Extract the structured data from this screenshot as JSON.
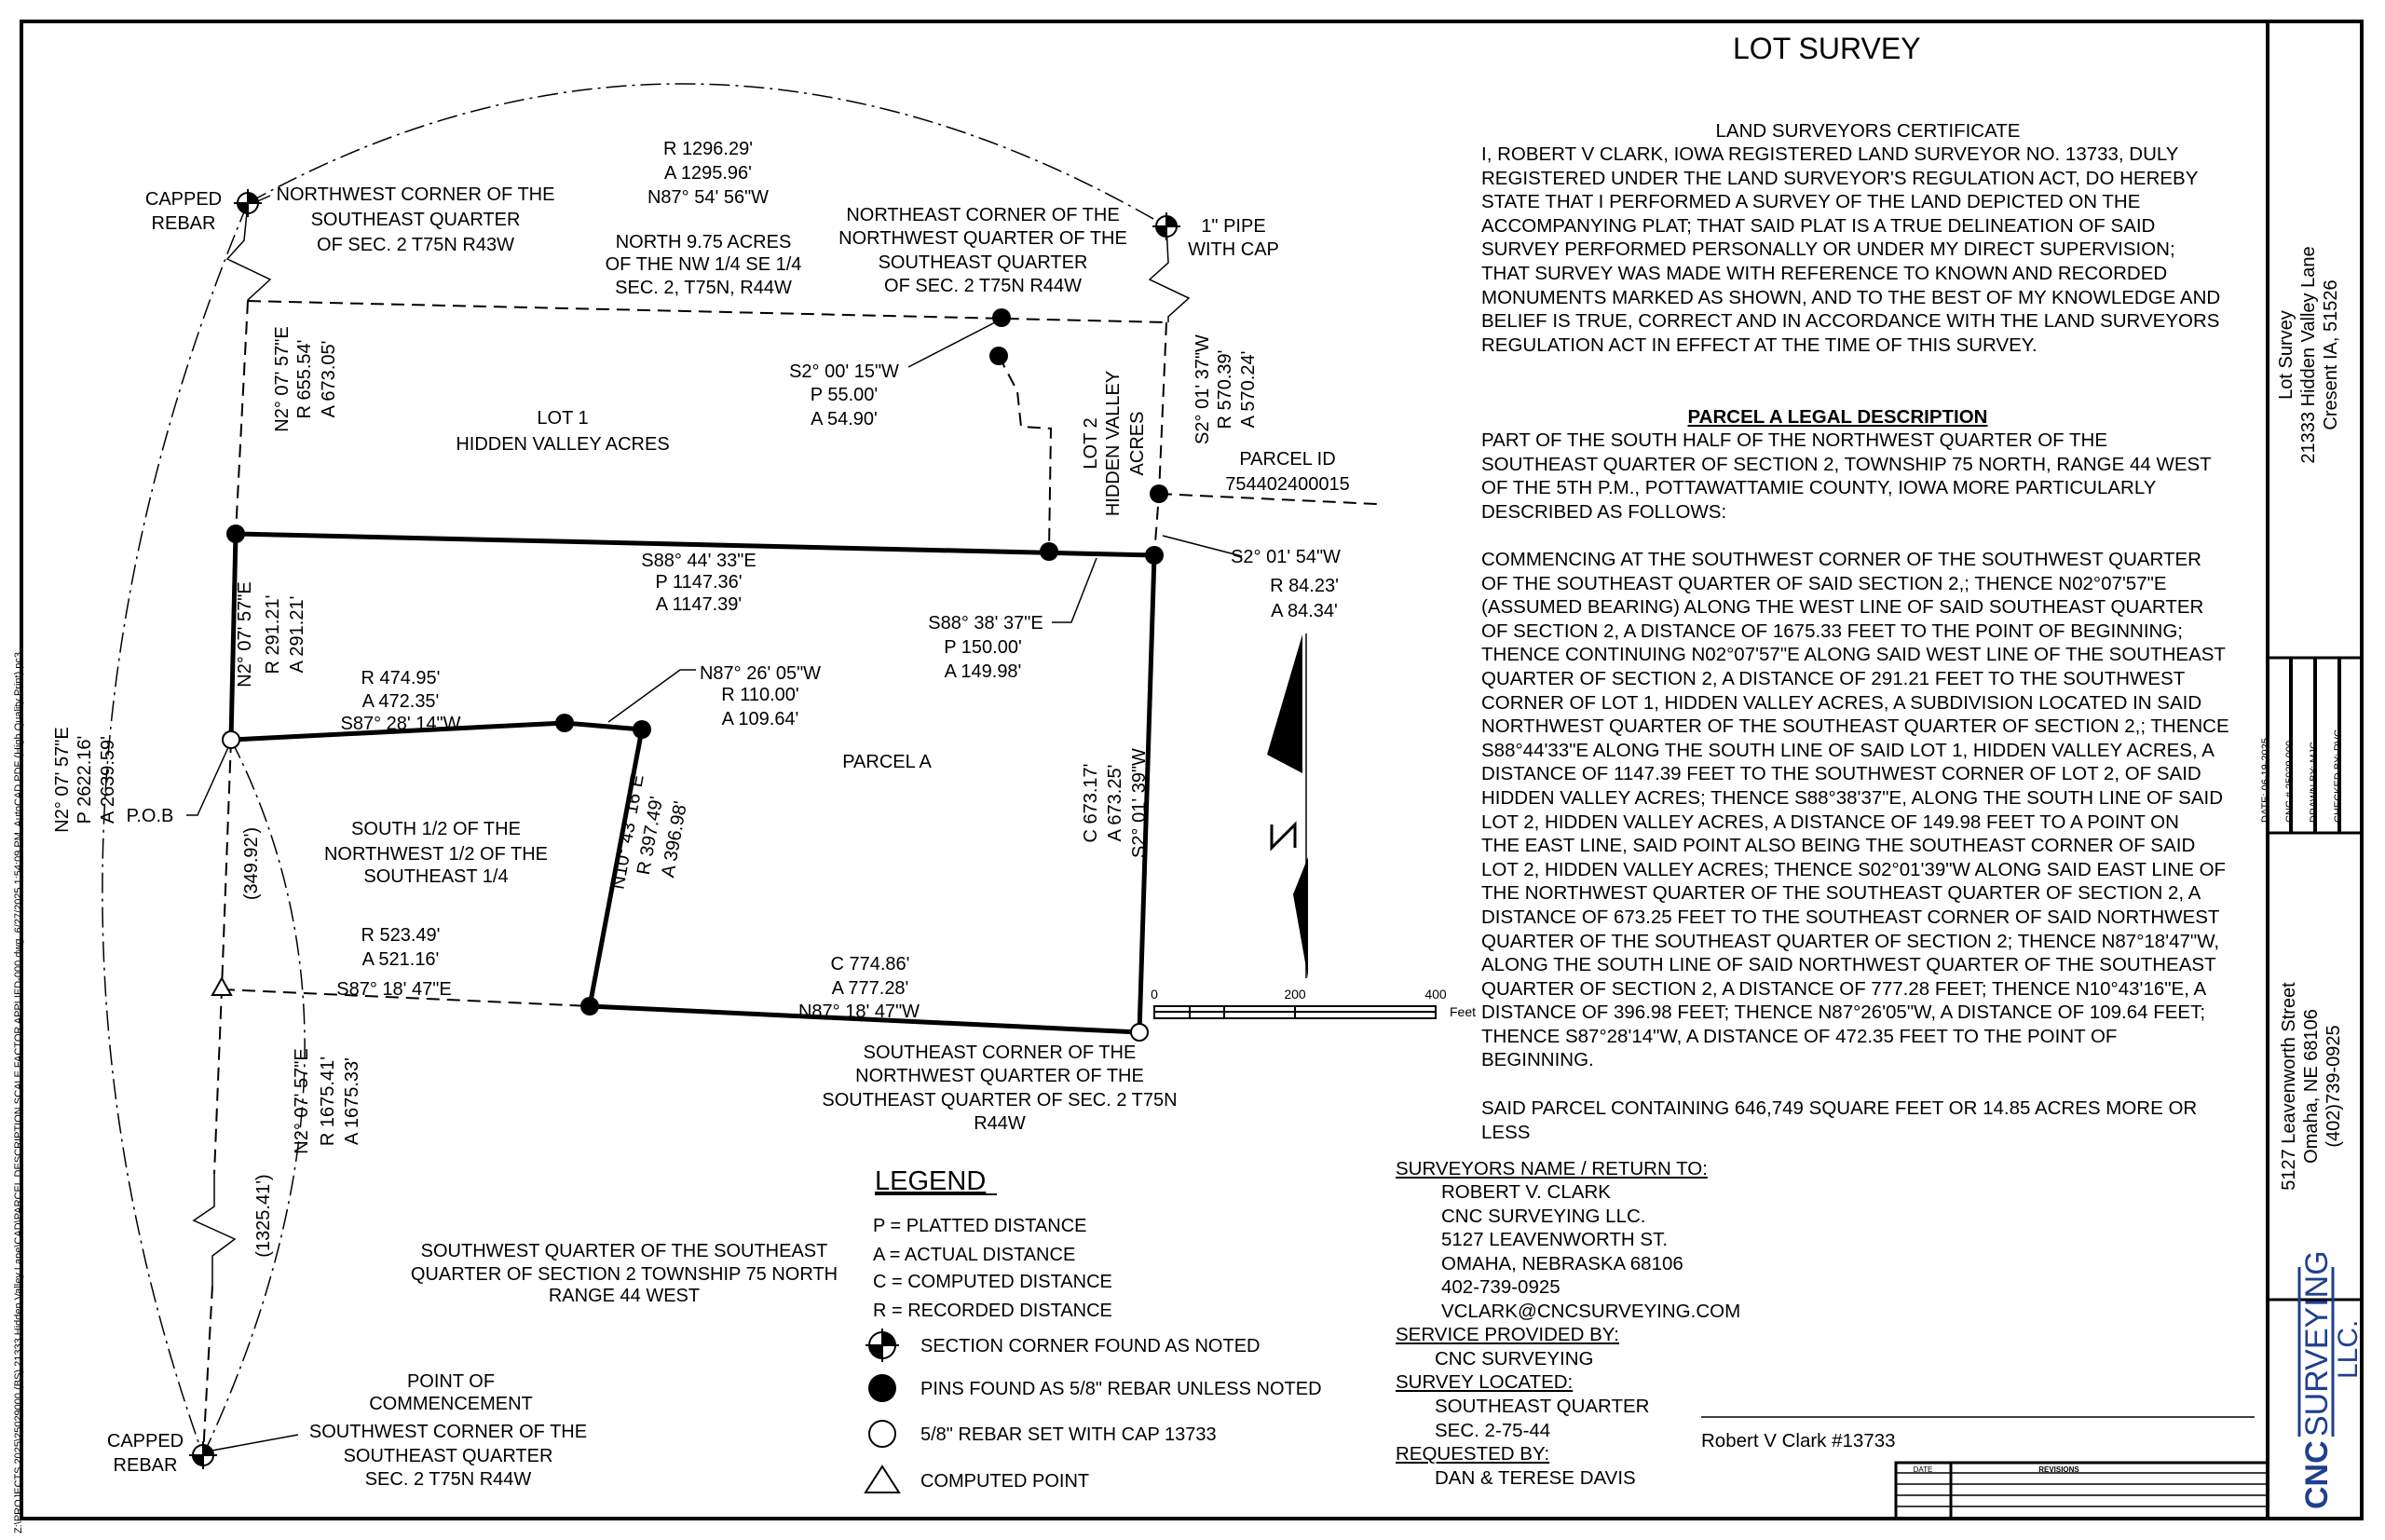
{
  "margin_note": "Z:\\PROJECTS 2025\\25029000 (BS) 21333 Hidden Valley Lane\\CAD\\PARCEL DESCRIPTION SCALE FACTOR APPLIED-000.dwg, 6/27/2025 1:54:09 PM, AutoCAD PDF (High Quality Print).pc3",
  "sheet_title": "LOT SURVEY",
  "certificate": {
    "heading": "LAND SURVEYORS CERTIFICATE",
    "body": "I, ROBERT V CLARK, IOWA REGISTERED LAND SURVEYOR NO. 13733, DULY\nREGISTERED UNDER THE LAND SURVEYOR'S REGULATION ACT, DO HEREBY\nSTATE THAT I PERFORMED A SURVEY OF THE LAND DEPICTED ON THE\nACCOMPANYING PLAT; THAT SAID PLAT IS A TRUE DELINEATION OF SAID\nSURVEY PERFORMED PERSONALLY OR UNDER MY DIRECT SUPERVISION;\nTHAT SURVEY WAS MADE WITH REFERENCE TO KNOWN AND RECORDED\nMONUMENTS MARKED AS SHOWN, AND TO THE BEST OF MY KNOWLEDGE AND\nBELIEF IS TRUE, CORRECT AND IN ACCORDANCE WITH THE LAND SURVEYORS\nREGULATION ACT IN EFFECT AT THE TIME OF THIS SURVEY."
  },
  "legal": {
    "heading": "PARCEL A LEGAL DESCRIPTION",
    "intro": "PART OF THE SOUTH HALF OF THE NORTHWEST QUARTER OF THE\nSOUTHEAST QUARTER OF SECTION 2, TOWNSHIP 75 NORTH, RANGE 44 WEST\nOF THE 5TH P.M., POTTAWATTAMIE COUNTY, IOWA MORE PARTICULARLY\nDESCRIBED AS FOLLOWS:",
    "body": "COMMENCING AT THE SOUTHWEST CORNER OF THE SOUTHWEST QUARTER\nOF THE SOUTHEAST QUARTER OF SAID SECTION 2,; THENCE N02°07'57\"E\n(ASSUMED BEARING) ALONG THE WEST LINE OF SAID SOUTHEAST QUARTER\nOF SECTION 2, A DISTANCE OF 1675.33 FEET TO THE POINT OF BEGINNING;\nTHENCE CONTINUING N02°07'57\"E ALONG SAID WEST LINE OF THE SOUTHEAST\nQUARTER OF SECTION 2, A DISTANCE OF 291.21 FEET TO THE SOUTHWEST\nCORNER OF LOT 1, HIDDEN VALLEY ACRES, A SUBDIVISION LOCATED IN SAID\nNORTHWEST QUARTER OF THE SOUTHEAST QUARTER OF SECTION 2,; THENCE\nS88°44'33\"E ALONG THE SOUTH LINE OF SAID LOT 1, HIDDEN VALLEY ACRES, A\nDISTANCE OF 1147.39 FEET TO THE SOUTHWEST CORNER OF LOT 2, OF SAID\nHIDDEN VALLEY ACRES; THENCE S88°38'37\"E, ALONG THE SOUTH LINE OF SAID\nLOT 2, HIDDEN VALLEY ACRES, A DISTANCE OF 149.98 FEET TO A POINT ON\nTHE EAST LINE, SAID POINT ALSO BEING THE SOUTHEAST CORNER OF SAID\nLOT 2, HIDDEN VALLEY ACRES; THENCE S02°01'39\"W ALONG SAID EAST LINE OF\nTHE  NORTHWEST QUARTER OF THE SOUTHEAST QUARTER OF SECTION 2, A\nDISTANCE OF 673.25 FEET TO THE SOUTHEAST CORNER OF SAID NORTHWEST\nQUARTER OF THE SOUTHEAST QUARTER OF SECTION 2; THENCE N87°18'47\"W,\nALONG THE SOUTH LINE OF SAID NORTHWEST QUARTER OF THE SOUTHEAST\nQUARTER OF SECTION 2, A DISTANCE OF 777.28 FEET; THENCE N10°43'16\"E, A\nDISTANCE OF 396.98 FEET; THENCE N87°26'05\"W, A DISTANCE OF 109.64 FEET;\nTHENCE S87°28'14\"W, A DISTANCE OF 472.35 FEET TO THE POINT OF\nBEGINNING.",
    "area": "SAID PARCEL CONTAINING 646,749 SQUARE FEET OR 14.85 ACRES MORE OR\nLESS"
  },
  "info": {
    "surveyor_heading": "SURVEYORS NAME / RETURN TO:",
    "surveyor_lines": "ROBERT V. CLARK\nCNC SURVEYING LLC.\n5127 LEAVENWORTH ST.\nOMAHA, NEBRASKA 68106\n402-739-0925\nVCLARK@CNCSURVEYING.COM",
    "provided_heading": "SERVICE PROVIDED BY:",
    "provided": "CNC SURVEYING",
    "located_heading": "SURVEY LOCATED:",
    "located": "SOUTHEAST QUARTER\nSEC. 2-75-44",
    "requested_heading": "REQUESTED BY:",
    "requested": "DAN & TERESE DAVIS"
  },
  "signature": "Robert V Clark #13733",
  "revisions": {
    "date_header": "DATE",
    "revisions_header": "REVISIONS"
  },
  "title_block": {
    "project_lines": [
      "Lot Survey",
      "21333 Hidden Valley Lane",
      "Cresent IA, 51526"
    ],
    "date": "DATE: 06-19-2025",
    "job": "CNC # 25029.000",
    "drawn": "DRAWN BY: MJC",
    "checked": "CHECKED BY: RVC",
    "address_lines": [
      "5127 Leavenworth Street",
      "Omaha, NE 68106",
      "(402)739-0925"
    ],
    "logo_text": "CNC SURVEYING LLC.",
    "logo_color": "#1f3f8f"
  },
  "legend": {
    "title": "LEGEND",
    "abbreviations": [
      "P = PLATTED DISTANCE",
      "A = ACTUAL DISTANCE",
      "C = COMPUTED DISTANCE",
      "R = RECORDED DISTANCE"
    ],
    "symbols": [
      {
        "icon": "section-corner-icon",
        "label": "SECTION CORNER FOUND AS NOTED"
      },
      {
        "icon": "pin-found-icon",
        "label": "PINS FOUND AS 5/8\" REBAR UNLESS NOTED"
      },
      {
        "icon": "rebar-set-icon",
        "label": "5/8\" REBAR SET WITH CAP 13733"
      },
      {
        "icon": "computed-point-icon",
        "label": "COMPUTED POINT"
      }
    ]
  },
  "scale_bar": {
    "ticks": [
      "0",
      "200",
      "400"
    ],
    "unit": "Feet"
  },
  "plat": {
    "arc_top": [
      "R 1296.29'",
      "A 1295.96'",
      "N87° 54' 56\"W"
    ],
    "capped_rebar_nw": [
      "CAPPED",
      "REBAR"
    ],
    "nw_corner": [
      "NORTHWEST CORNER OF THE",
      "SOUTHEAST QUARTER",
      "OF SEC. 2 T75N R43W"
    ],
    "north_acres": [
      "NORTH 9.75 ACRES",
      "OF THE NW 1/4 SE 1/4",
      "SEC. 2, T75N, R44W"
    ],
    "ne_corner": [
      "NORTHEAST CORNER OF THE",
      "NORTHWEST QUARTER OF THE",
      "SOUTHEAST QUARTER",
      "OF SEC. 2 T75N R44W"
    ],
    "pipe": [
      "1\" PIPE",
      "WITH CAP"
    ],
    "lot1_west": [
      "N2° 07' 57\"E",
      "R 655.54'",
      "A 673.05'"
    ],
    "lot1": [
      "LOT 1",
      "HIDDEN VALLEY ACRES"
    ],
    "jog": [
      "S2° 00' 15\"W",
      "P 55.00'",
      "A 54.90'"
    ],
    "lot2": [
      "LOT 2",
      "HIDDEN VALLEY",
      "ACRES"
    ],
    "lot2_east": [
      "S2° 01' 37\"W",
      "R 570.39'",
      "A 570.24'"
    ],
    "parcel_id": [
      "PARCEL ID",
      "754402400015"
    ],
    "lot1_south": [
      "S88° 44' 33\"E",
      "P 1147.36'",
      "A 1147.39'"
    ],
    "lot2_east_short": [
      "S2° 01' 54\"W",
      "R 84.23'",
      "A 84.34'"
    ],
    "lot2_south": [
      "S88° 38' 37\"E",
      "P 150.00'",
      "A 149.98'"
    ],
    "west_short": [
      "N2° 07' 57\"E",
      "R 291.21'",
      "A 291.21'"
    ],
    "north_seg1": [
      "R 474.95'",
      "A 472.35'",
      "S87° 28' 14\"W"
    ],
    "north_seg2": [
      "N87° 26' 05\"W",
      "R 110.00'",
      "A 109.64'"
    ],
    "parcel_a": "PARCEL A",
    "west_full": [
      "N2° 07' 57\"E",
      "P 2622.16'",
      "A 2639.59'"
    ],
    "pob": "P.O.B",
    "dist_349": "(349.92')",
    "south_half": [
      "SOUTH 1/2 OF THE",
      "NORTHWEST 1/2 OF THE",
      "SOUTHEAST 1/4"
    ],
    "west_side": [
      "N10° 43' 16\"E",
      "R 397.49'",
      "A 396.98'"
    ],
    "east_side": [
      "C 673.17'",
      "A 673.25'",
      "S2° 01' 39\"W"
    ],
    "south_dashed": [
      "R 523.49'",
      "A 521.16'",
      "S87° 18' 47\"E"
    ],
    "south_line": [
      "C 774.86'",
      "A 777.28'",
      "N87° 18' 47\"W"
    ],
    "se_corner": [
      "SOUTHEAST CORNER OF THE",
      "NORTHWEST QUARTER OF THE",
      "SOUTHEAST QUARTER OF SEC. 2 T75N",
      "R44W"
    ],
    "west_lower": [
      "N2° 07' 57\"E",
      "R 1675.41'",
      "A 1675.33'"
    ],
    "dist_1325": "(1325.41')",
    "sw_quarter": [
      "SOUTHWEST QUARTER OF THE SOUTHEAST",
      "QUARTER OF SECTION 2 TOWNSHIP 75 NORTH",
      "RANGE 44 WEST"
    ],
    "poc": [
      "POINT OF",
      "COMMENCEMENT"
    ],
    "sw_corner": [
      "SOUTHWEST CORNER OF THE",
      "SOUTHEAST QUARTER",
      "SEC. 2 T75N R44W"
    ],
    "capped_rebar_sw": [
      "CAPPED",
      "REBAR"
    ]
  }
}
